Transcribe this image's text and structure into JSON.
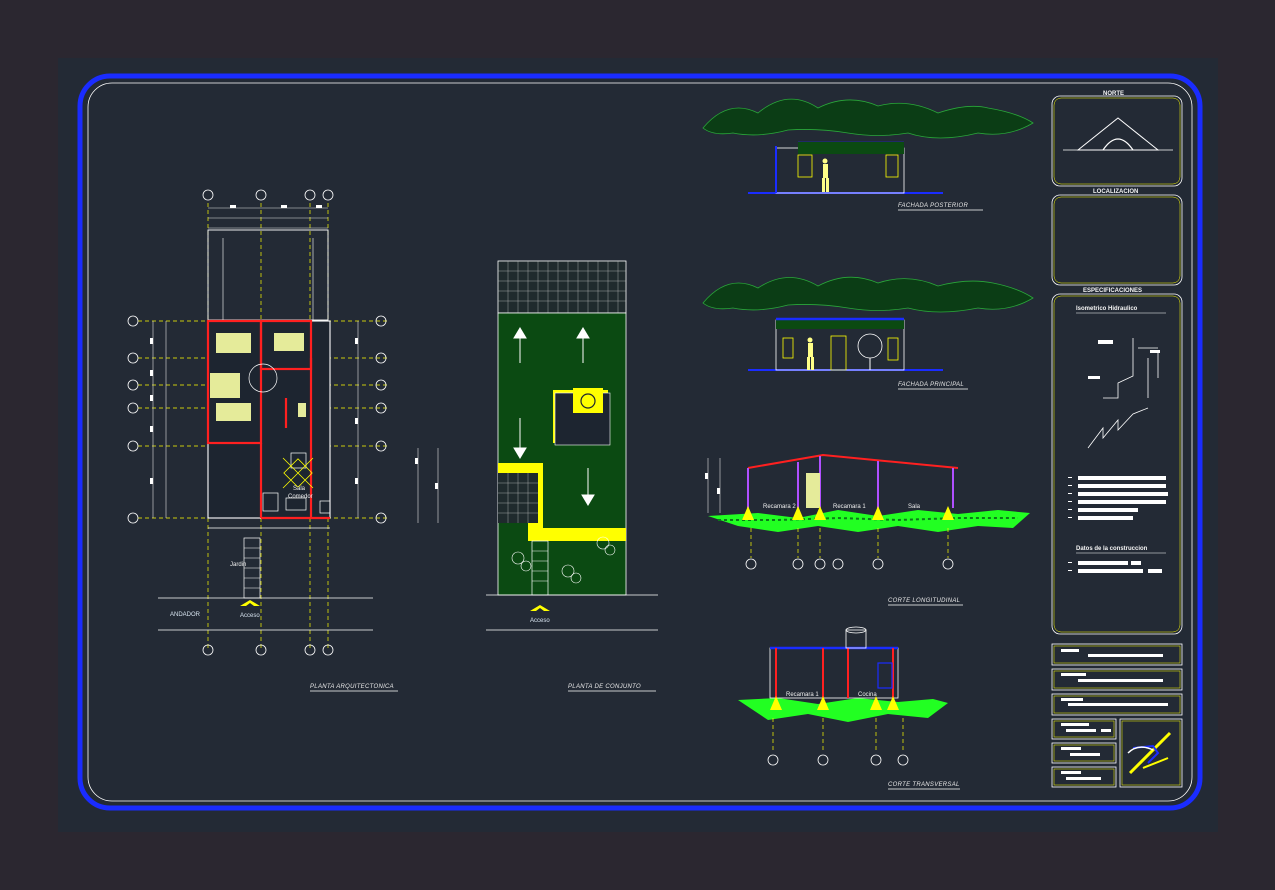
{
  "plan": {
    "title": "PLANTA ARQUITECTONICA",
    "rooms": {
      "sala": "Sala",
      "comedor": "Comedor",
      "jardin": "Jardin",
      "andador": "ANDADOR",
      "acceso": "Acceso"
    }
  },
  "conjunto": {
    "title": "PLANTA DE CONJUNTO",
    "acceso": "Acceso"
  },
  "fachada_posterior": {
    "title": "FACHADA POSTERIOR"
  },
  "fachada_principal": {
    "title": "FACHADA PRINCIPAL"
  },
  "corte_longitudinal": {
    "title": "CORTE LONGITUDINAL",
    "rooms": {
      "rec2": "Recamara 2",
      "rec1": "Recamara 1",
      "sala": "Sala"
    }
  },
  "corte_transversal": {
    "title": "CORTE TRANSVERSAL",
    "rooms": {
      "rec1": "Recamara 1",
      "cocina": "Cocina"
    }
  },
  "panel": {
    "norte": "NORTE",
    "localizacion": "LOCALIZACION",
    "especificaciones": "ESPECIFICACIONES",
    "isometrico": "Isometrico Hidraulico",
    "datos": "Datos de la construccion"
  },
  "colors": {
    "frame": "#1a2cff",
    "wall": "#ff2020",
    "yellow": "#ffff00",
    "grass": "#22ff22",
    "green": "#0b4a12"
  }
}
